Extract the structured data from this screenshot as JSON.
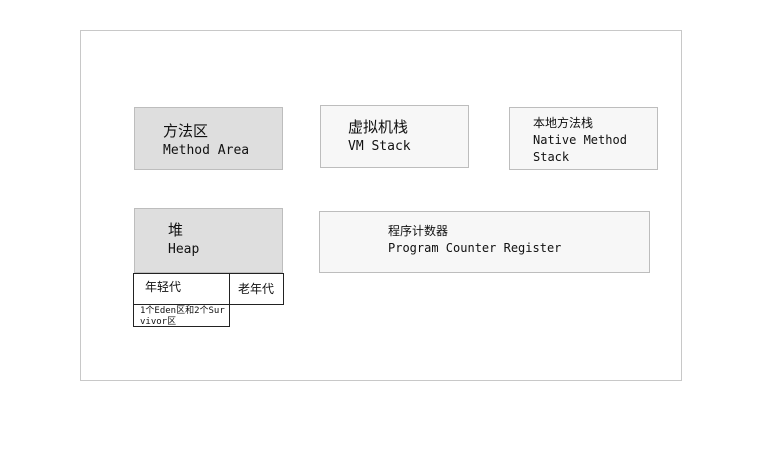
{
  "diagram": {
    "method_area": {
      "zh": "方法区",
      "en": "Method Area"
    },
    "vm_stack": {
      "zh": "虚拟机栈",
      "en": "VM Stack"
    },
    "native_method_stack": {
      "zh": "本地方法栈",
      "en_line1": "Native Method",
      "en_line2": "Stack"
    },
    "heap": {
      "zh": "堆",
      "en": "Heap"
    },
    "program_counter": {
      "zh": "程序计数器",
      "en": "Program Counter Register"
    },
    "young_generation": {
      "label": "年轻代",
      "note": "1个Eden区和2个Survivor区"
    },
    "old_generation": {
      "label": "老年代"
    }
  }
}
